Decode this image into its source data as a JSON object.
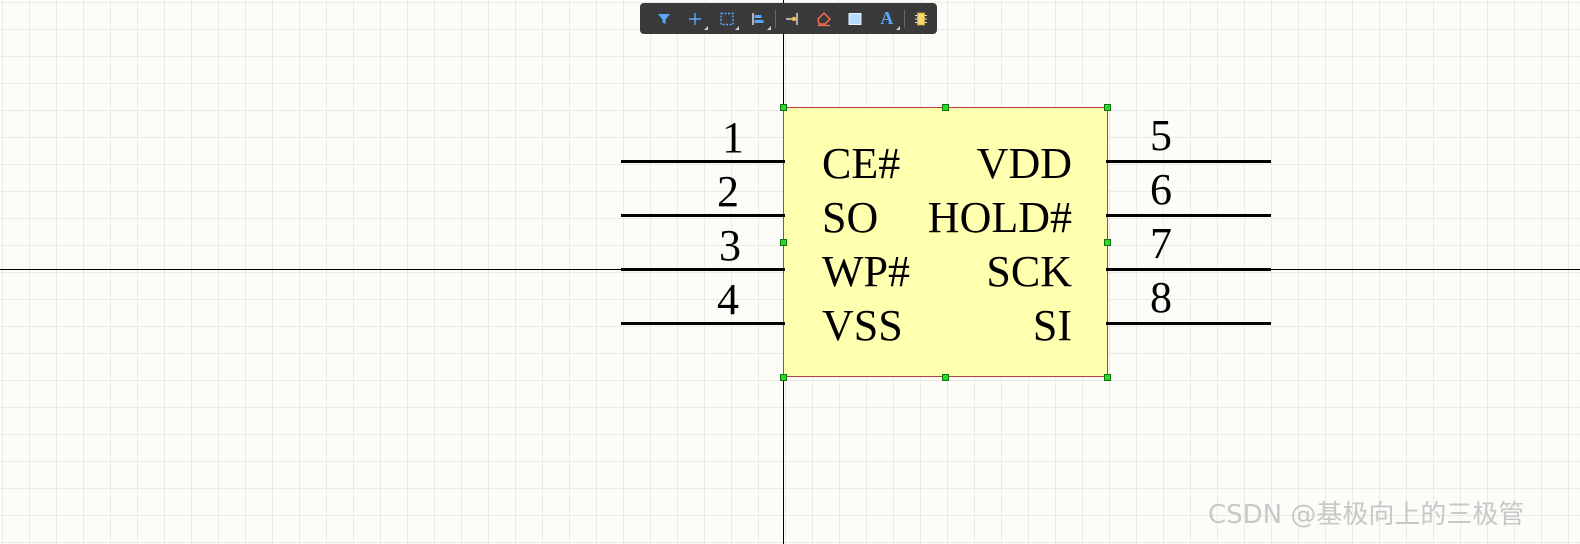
{
  "component": {
    "left_pins": [
      {
        "number": "1",
        "name": "CE#"
      },
      {
        "number": "2",
        "name": "SO"
      },
      {
        "number": "3",
        "name": "WP#"
      },
      {
        "number": "4",
        "name": "VSS"
      }
    ],
    "right_pins": [
      {
        "number": "5",
        "name": "VDD"
      },
      {
        "number": "6",
        "name": "HOLD#"
      },
      {
        "number": "7",
        "name": "SCK"
      },
      {
        "number": "8",
        "name": "SI"
      }
    ],
    "body_color": "#ffffb0",
    "border_color": "#b44040",
    "handle_color": "#22dd22"
  },
  "toolbar": {
    "tools": [
      {
        "icon": "filter-icon"
      },
      {
        "icon": "crosshair-icon"
      },
      {
        "icon": "select-rect-icon"
      },
      {
        "icon": "align-icon"
      },
      {
        "icon": "place-pin-icon"
      },
      {
        "icon": "eraser-icon"
      },
      {
        "icon": "rectangle-icon"
      },
      {
        "icon": "text-icon",
        "label": "A"
      },
      {
        "icon": "component-icon"
      }
    ]
  },
  "watermark": "CSDN @基极向上的三极管"
}
